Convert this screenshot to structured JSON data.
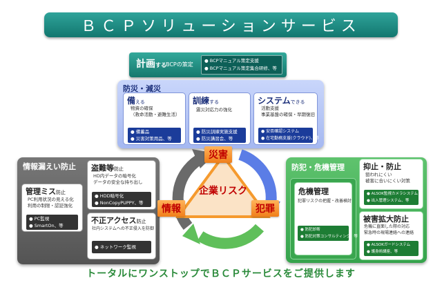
{
  "title": "ＢＣＰソリューションサービス",
  "plan": {
    "title": "計画",
    "title_suffix": "する",
    "subtitle": "BCPの策定",
    "items": [
      "BCPマニュアル策定支援",
      "BCPマニュアル策定集合研修、等"
    ]
  },
  "disaster_panel": {
    "title": "防災・減災",
    "cards": [
      {
        "title": "備",
        "suffix": "える",
        "desc": [
          "物資の確保",
          "（救命活動・避難生活）"
        ],
        "items": [
          "備蓄品",
          "災害対策用品、等"
        ]
      },
      {
        "title": "訓練",
        "suffix": "する",
        "desc": [
          "震災対応力の強化"
        ],
        "items": [
          "防災訓練実施支援",
          "防災講習会、等"
        ]
      },
      {
        "title": "システム",
        "suffix": "できる",
        "desc": [
          "活動支援",
          "事業基盤の確保・早期復旧"
        ],
        "items": [
          "安否確認システム",
          "在宅勤務支援(クラウド)、等"
        ]
      }
    ]
  },
  "info_panel": {
    "title": "情報漏えい防止",
    "cards": [
      {
        "title": "管理ミス",
        "suffix": "防止",
        "desc": [
          "PC利用状況の見える化",
          "利用の制限・認証強化"
        ],
        "items": [
          "PC監視",
          "SmartOn、等"
        ]
      },
      {
        "title": "盗難等",
        "suffix": "防止",
        "desc": [
          "HD内データの暗号化",
          "データの安全な持ち出し"
        ],
        "items": [
          "HDD暗号化",
          "NonCopyPUPPY、等"
        ]
      },
      {
        "title": "不正アクセス",
        "suffix": "防止",
        "desc": [
          "社内システムへの不正侵入を防御"
        ],
        "items": [
          "ネットワーク監視"
        ]
      }
    ]
  },
  "crime_panel": {
    "title": "防犯・危機管理",
    "cards": [
      {
        "title": "危機管理",
        "suffix": "",
        "desc": [
          "犯罪リスクの把握・改善検討"
        ],
        "items": [
          "防犯診断",
          "防犯対策コンサルティング、等"
        ]
      },
      {
        "title": "抑止・防止",
        "suffix": "",
        "desc": [
          "狙われにくい",
          "被害に合いにくい対策"
        ],
        "items": [
          "ALSOK監視カメラシステム",
          "出入管理システム、等"
        ]
      },
      {
        "title": "被害拡大防止",
        "suffix": "",
        "desc": [
          "危機に直面した際の対応",
          "緊急時の現場連絡への連絡"
        ],
        "items": [
          "ALSOKガードシステム",
          "護身術講座、等"
        ]
      }
    ]
  },
  "cycle": {
    "center": "企業リスク",
    "disaster": "災害",
    "info": "情報",
    "crime": "犯罪"
  },
  "colors": {
    "title_bar": "#1d8a80",
    "blue_panel": "#b4c5f5",
    "gray_panel": "#666666",
    "green_panel": "#45b35a",
    "risk_orange": "#f59a2e",
    "risk_text": "#c00000",
    "footer_text": "#2a8a3a"
  },
  "footer": "トータルにワンストップでＢＣＰサービスをご提供します"
}
